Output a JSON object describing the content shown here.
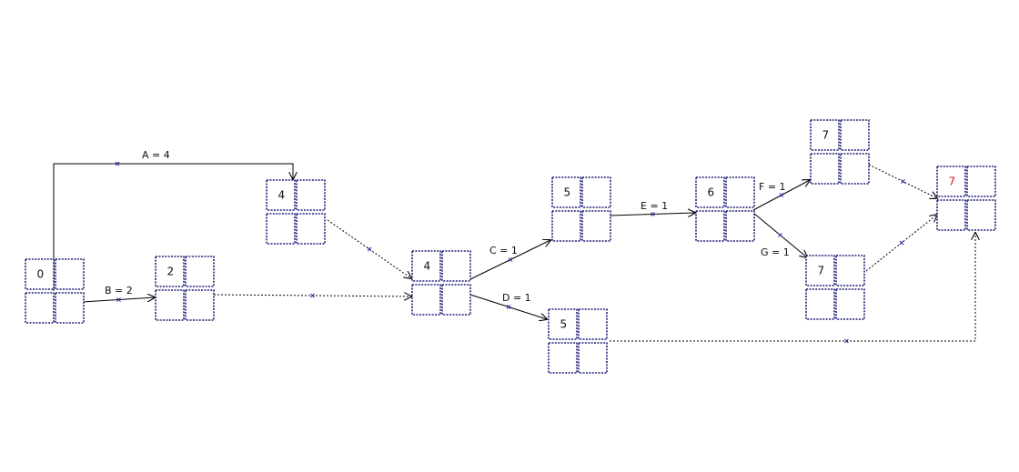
{
  "nodes": [
    {
      "id": "n0",
      "value": "0",
      "color": "#111111"
    },
    {
      "id": "n2",
      "value": "2",
      "color": "#111111"
    },
    {
      "id": "n4a",
      "value": "4",
      "color": "#111111"
    },
    {
      "id": "n4b",
      "value": "4",
      "color": "#111111"
    },
    {
      "id": "n5a",
      "value": "5",
      "color": "#111111"
    },
    {
      "id": "n5b",
      "value": "5",
      "color": "#111111"
    },
    {
      "id": "n6",
      "value": "6",
      "color": "#111111"
    },
    {
      "id": "n7a",
      "value": "7",
      "color": "#111111"
    },
    {
      "id": "n7b",
      "value": "7",
      "color": "#111111"
    },
    {
      "id": "n7end",
      "value": "7",
      "color": "#e01010"
    }
  ],
  "activities": [
    {
      "id": "A",
      "label": "A = 4",
      "from": "n0",
      "to": "n4a"
    },
    {
      "id": "B",
      "label": "B = 2",
      "from": "n0",
      "to": "n2"
    },
    {
      "id": "C",
      "label": "C = 1",
      "from": "n4b",
      "to": "n5a"
    },
    {
      "id": "D",
      "label": "D = 1",
      "from": "n4b",
      "to": "n5b"
    },
    {
      "id": "E",
      "label": "E = 1",
      "from": "n5a",
      "to": "n6"
    },
    {
      "id": "F",
      "label": "F = 1",
      "from": "n6",
      "to": "n7a"
    },
    {
      "id": "G",
      "label": "G = 1",
      "from": "n6",
      "to": "n7b"
    }
  ],
  "dummies": [
    {
      "from": "n4a",
      "to": "n4b"
    },
    {
      "from": "n2",
      "to": "n4b"
    },
    {
      "from": "n7a",
      "to": "n7end"
    },
    {
      "from": "n7b",
      "to": "n7end"
    },
    {
      "from": "n5b",
      "to": "n7end"
    }
  ]
}
